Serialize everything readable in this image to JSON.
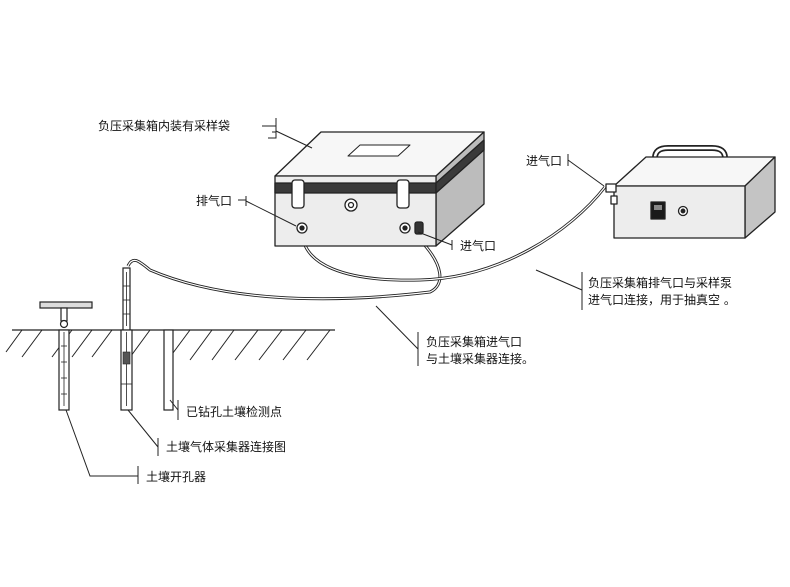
{
  "labels": {
    "bag_box": "负压采集箱内装有采样袋",
    "exhaust_port": "排气口",
    "inlet_port_box": "进气口",
    "inlet_port_pump": "进气口",
    "pump_connection": [
      "负压采集箱排气口与采样泵",
      "进气口连接，用于抽真空 。"
    ],
    "box_soil_connection": [
      "负压采集箱进气口",
      "与土壤采集器连接。"
    ],
    "drilled_point": "已钻孔土壤检测点",
    "gas_connection_diagram": "土壤气体采集器连接图",
    "soil_drill": "土壤开孔器"
  },
  "colors": {
    "stroke": "#222222",
    "box_front": "#ededed",
    "box_top": "#f7f7f7",
    "box_side": "#bcbcbc",
    "band": "#3a3a3a",
    "pump_side": "#c4c4c4",
    "switch": "#1a1a1a"
  }
}
